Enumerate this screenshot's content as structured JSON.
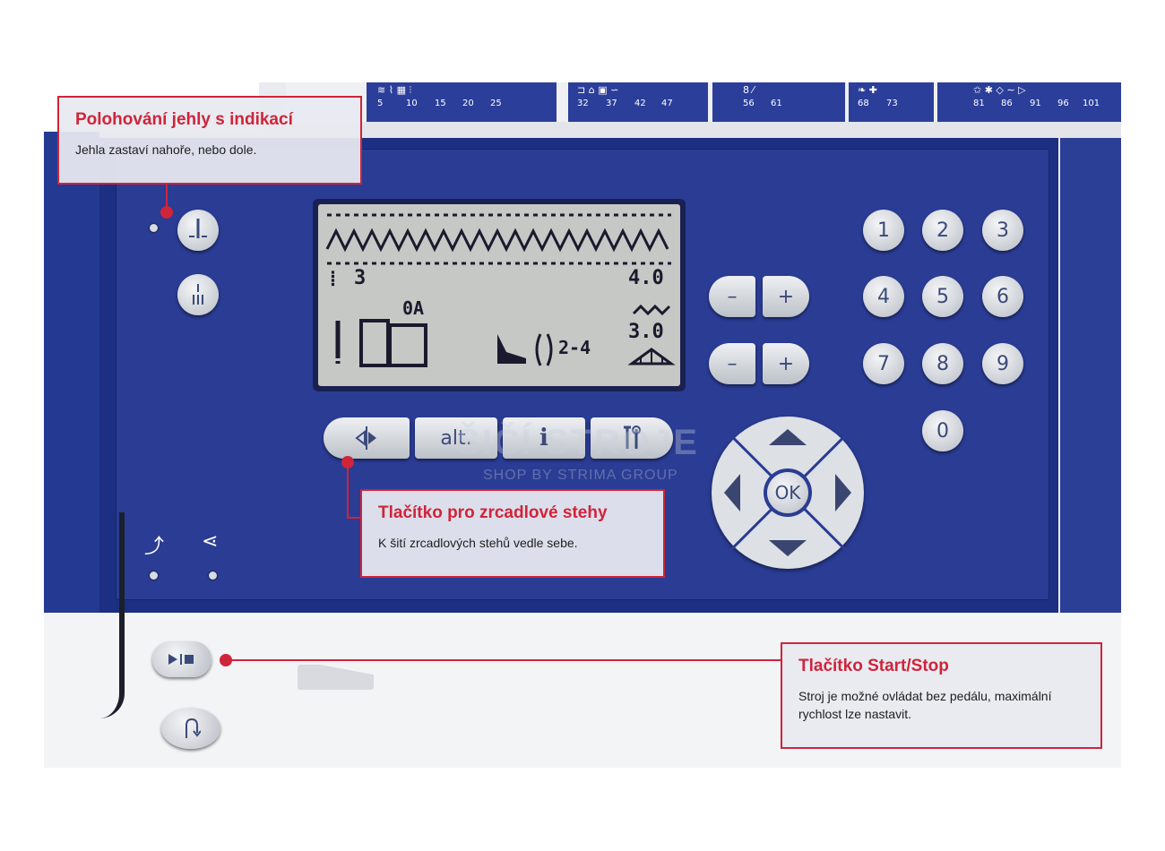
{
  "strip": {
    "groups": [
      {
        "nums": [
          "5",
          "10",
          "15",
          "20",
          "25"
        ]
      },
      {
        "nums": [
          "32",
          "37",
          "42",
          "47"
        ]
      },
      {
        "nums": [
          "56",
          "61"
        ]
      },
      {
        "nums": [
          "68",
          "73"
        ]
      },
      {
        "nums": [
          "81",
          "86",
          "91",
          "96",
          "101"
        ]
      }
    ]
  },
  "lcd": {
    "pattern_number": "3",
    "width_value": "4.0",
    "length_value": "3.0",
    "foot": "0A",
    "tension": "2-4"
  },
  "keypad": [
    "1",
    "2",
    "3",
    "4",
    "5",
    "6",
    "7",
    "8",
    "9",
    "0"
  ],
  "plus_minus": {
    "minus": "–",
    "plus": "+"
  },
  "function_buttons": {
    "alt": "alt.",
    "info": "i"
  },
  "dpad": {
    "ok": "OK"
  },
  "watermark": {
    "main": "ŠIČÍ STROJE",
    "sub": "SHOP BY STRIMA GROUP"
  },
  "callouts": {
    "needle": {
      "title": "Polohování jehly s indikací",
      "text": "Jehla zastaví nahoře, nebo dole."
    },
    "mirror": {
      "title": "Tlačítko pro zrcadlové stehy",
      "text": "K šití zrcadlových stehů vedle sebe."
    },
    "startstop": {
      "title": "Tlačítko Start/Stop",
      "text": "Stroj je možné ovládat bez pedálu, maximální rychlost lze nastavit."
    }
  },
  "colors": {
    "accent": "#d0243a",
    "panel": "#2a3c94"
  }
}
